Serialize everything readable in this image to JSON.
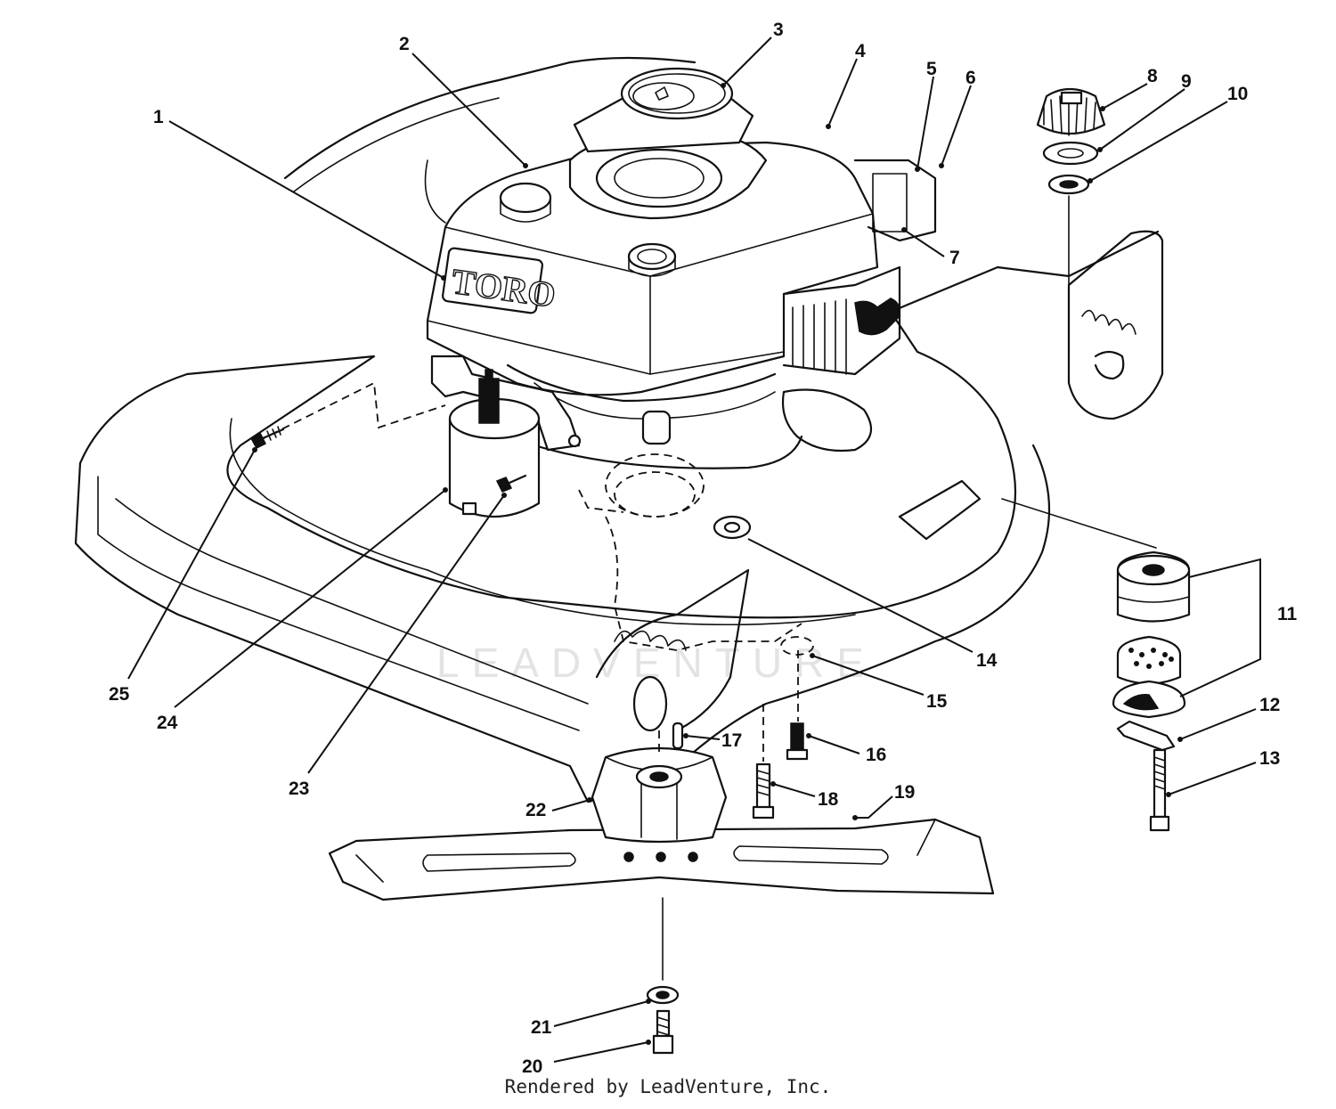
{
  "diagram": {
    "logo_text": "TORO",
    "watermark_text": "LEADVENTURE",
    "credit": "Rendered by LeadVenture, Inc.",
    "callouts": [
      "1",
      "2",
      "3",
      "4",
      "5",
      "6",
      "7",
      "8",
      "9",
      "10",
      "11",
      "12",
      "13",
      "14",
      "15",
      "16",
      "17",
      "18",
      "19",
      "20",
      "21",
      "22",
      "23",
      "24",
      "25"
    ]
  }
}
